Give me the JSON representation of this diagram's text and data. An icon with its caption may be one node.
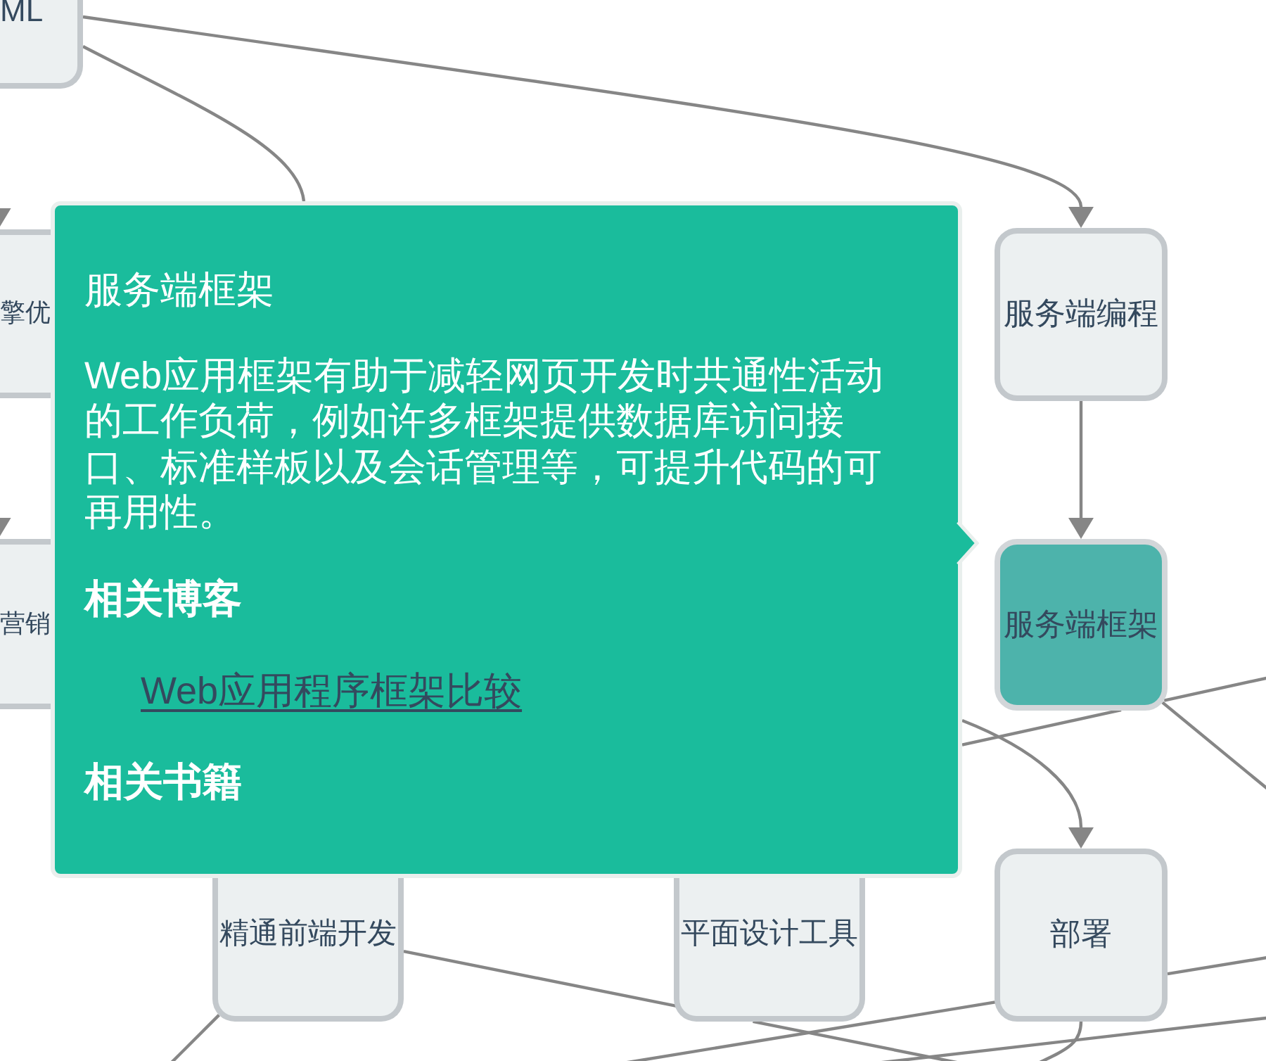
{
  "diagram": {
    "nodes": [
      {
        "text": [
          "ML"
        ]
      },
      {
        "text": [
          "擎优"
        ]
      },
      {
        "text": [
          "营销"
        ]
      },
      {
        "text": [
          "服务端编程"
        ]
      },
      {
        "text": [
          "服务端框架"
        ]
      },
      {
        "text": [
          "精通前端开发"
        ]
      },
      {
        "text": [
          "平面设计工具"
        ]
      },
      {
        "text": [
          "部署"
        ]
      },
      {
        "text": [
          "服务端框架",
          "Web应用框架有助于减轻网页开发时共通性活动的工作负荷，例如许多框架提供数据库访问接口、标准样板以及会话管理等，可提升代码的可再用性。",
          "相关博客",
          "Web应用程序框架比较",
          "相关书籍"
        ]
      }
    ],
    "edges": [
      {
        "from": 0,
        "to": 3,
        "arrow": "to"
      },
      {
        "from": 0,
        "to": 8,
        "arrow": "none"
      },
      {
        "from": null,
        "to": 1,
        "arrow": "to"
      },
      {
        "from": null,
        "to": 2,
        "arrow": "to"
      },
      {
        "from": 3,
        "to": 4,
        "arrow": "to"
      },
      {
        "from": 8,
        "to": 7,
        "arrow": "to"
      },
      {
        "from": 4,
        "to": null,
        "arrow": "none"
      },
      {
        "from": 5,
        "to": null,
        "arrow": "none"
      },
      {
        "from": 5,
        "to": null,
        "arrow": "none"
      },
      {
        "from": 7,
        "to": null,
        "arrow": "none"
      },
      {
        "from": 8,
        "to": null,
        "arrow": "none"
      }
    ]
  }
}
